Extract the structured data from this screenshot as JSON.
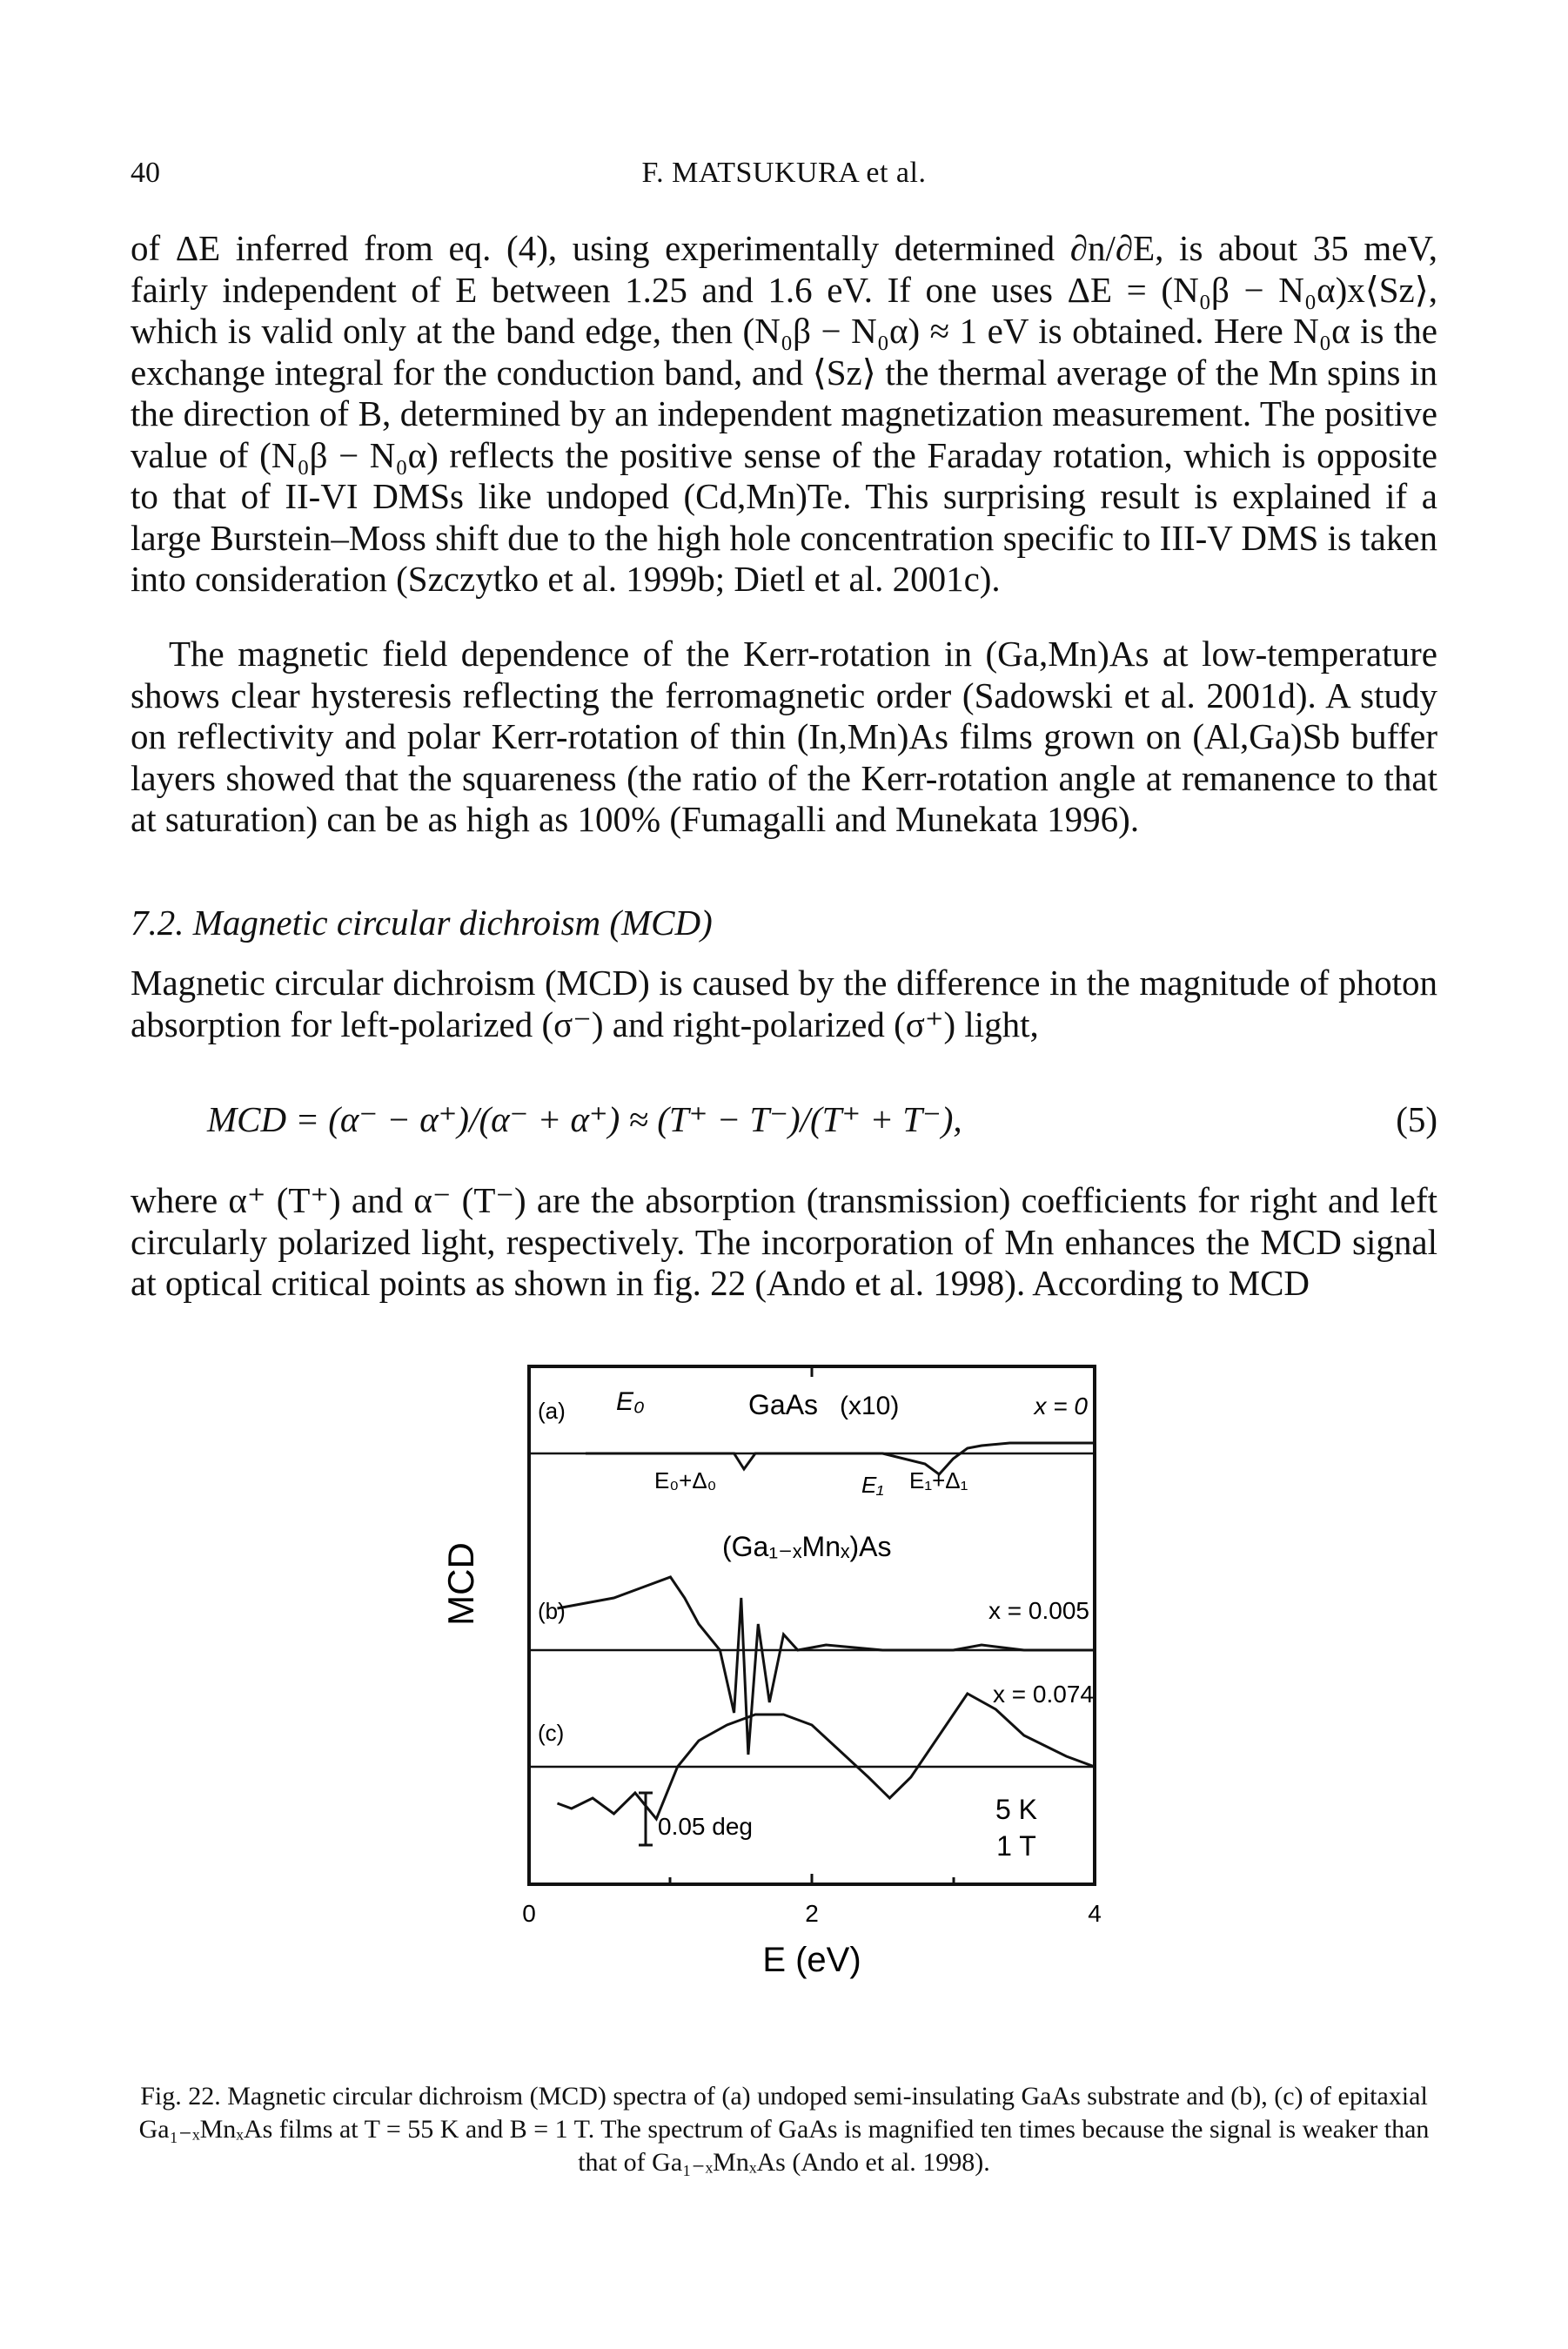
{
  "header": {
    "page_number": "40",
    "running_title": "F. MATSUKURA et al."
  },
  "paragraphs": {
    "p1": "of ΔE inferred from eq. (4), using experimentally determined ∂n/∂E, is about 35 meV, fairly independent of E between 1.25 and 1.6 eV. If one uses ΔE = (N₀β − N₀α)x⟨Sz⟩, which is valid only at the band edge, then (N₀β − N₀α) ≈ 1 eV is obtained. Here N₀α is the exchange integral for the conduction band, and ⟨Sz⟩ the thermal average of the Mn spins in the direction of B, determined by an independent magnetization measurement. The positive value of (N₀β − N₀α) reflects the positive sense of the Faraday rotation, which is opposite to that of II-VI DMSs like undoped (Cd,Mn)Te. This surprising result is explained if a large Burstein–Moss shift due to the high hole concentration specific to III-V DMS is taken into consideration (Szczytko et al. 1999b; Dietl et al. 2001c).",
    "p2": "The magnetic field dependence of the Kerr-rotation in (Ga,Mn)As at low-temperature shows clear hysteresis reflecting the ferromagnetic order (Sadowski et al. 2001d). A study on reflectivity and polar Kerr-rotation of thin (In,Mn)As films grown on (Al,Ga)Sb buffer layers showed that the squareness (the ratio of the Kerr-rotation angle at remanence to that at saturation) can be as high as 100% (Fumagalli and Munekata 1996).",
    "section_heading": "7.2. Magnetic circular dichroism (MCD)",
    "p3": "Magnetic circular dichroism (MCD) is caused by the difference in the magnitude of photon absorption for left-polarized (σ⁻) and right-polarized (σ⁺) light,",
    "equation": "MCD = (α⁻ − α⁺)/(α⁻ + α⁺) ≈ (T⁺ − T⁻)/(T⁺ + T⁻),",
    "equation_number": "(5)",
    "p4": "where α⁺ (T⁺) and α⁻ (T⁻) are the absorption (transmission) coefficients for right and left circularly polarized light, respectively. The incorporation of Mn enhances the MCD signal at optical critical points as shown in fig. 22 (Ando et al. 1998). According to MCD"
  },
  "figure": {
    "ylabel": "MCD",
    "xlabel": "E (eV)",
    "x_ticks": [
      "0",
      "2",
      "4"
    ],
    "panel_a_label": "(a)",
    "panel_b_label": "(b)",
    "panel_c_label": "(c)",
    "e0": "E₀",
    "gaas_label": "GaAs",
    "gaas_factor": "(x10)",
    "x_a": "x = 0",
    "e0_delta": "E₀+Δ₀",
    "e1": "E₁",
    "e1_delta": "E₁+Δ₁",
    "gamnas_label": "(Ga₁₋ₓMnₓ)As",
    "x_b": "x = 0.005",
    "x_c": "x = 0.074",
    "scale_bar": "0.05 deg",
    "temperature": "5 K",
    "field": "1 T"
  },
  "chart_data": {
    "type": "line",
    "title": "",
    "xlabel": "E (eV)",
    "ylabel": "MCD",
    "xlim": [
      0,
      4
    ],
    "x_ticks": [
      0,
      2,
      4
    ],
    "units_note": "scale bar 0.05 deg",
    "series": [
      {
        "name": "GaAs (x10) x = 0",
        "x": [
          0.4,
          0.8,
          1.45,
          1.52,
          1.6,
          1.8,
          2.5,
          2.8,
          2.9,
          3.0,
          3.1,
          3.2,
          3.4,
          4.0
        ],
        "y": [
          0.0,
          0.0,
          0.0,
          -0.03,
          0.0,
          0.0,
          0.0,
          -0.02,
          -0.04,
          -0.01,
          0.01,
          0.015,
          0.02,
          0.02
        ]
      },
      {
        "name": "x = 0.005",
        "x": [
          0.2,
          0.4,
          0.6,
          0.8,
          1.0,
          1.1,
          1.2,
          1.35,
          1.45,
          1.5,
          1.55,
          1.62,
          1.7,
          1.8,
          1.9,
          2.1,
          2.5,
          3.0,
          3.2,
          3.5,
          4.0
        ],
        "y": [
          0.08,
          0.09,
          0.1,
          0.12,
          0.14,
          0.1,
          0.05,
          0.0,
          -0.12,
          0.1,
          -0.2,
          0.05,
          -0.1,
          0.03,
          0.0,
          0.01,
          0.0,
          0.0,
          0.01,
          0.0,
          0.0
        ]
      },
      {
        "name": "x = 0.074",
        "x": [
          0.2,
          0.3,
          0.45,
          0.6,
          0.75,
          0.9,
          1.05,
          1.2,
          1.4,
          1.6,
          1.8,
          2.0,
          2.2,
          2.4,
          2.55,
          2.7,
          2.9,
          3.1,
          3.3,
          3.5,
          3.8,
          4.0
        ],
        "y": [
          -0.07,
          -0.08,
          -0.06,
          -0.09,
          -0.05,
          -0.1,
          0.0,
          0.05,
          0.08,
          0.1,
          0.1,
          0.08,
          0.03,
          -0.02,
          -0.06,
          -0.02,
          0.06,
          0.14,
          0.11,
          0.06,
          0.02,
          0.0
        ]
      }
    ]
  },
  "caption": "Fig. 22. Magnetic circular dichroism (MCD) spectra of (a) undoped semi-insulating GaAs substrate and (b), (c) of epitaxial Ga₁₋ₓMnₓAs films at T = 55 K and B = 1 T. The spectrum of GaAs is magnified ten times because the signal is weaker than that of Ga₁₋ₓMnₓAs (Ando et al. 1998)."
}
